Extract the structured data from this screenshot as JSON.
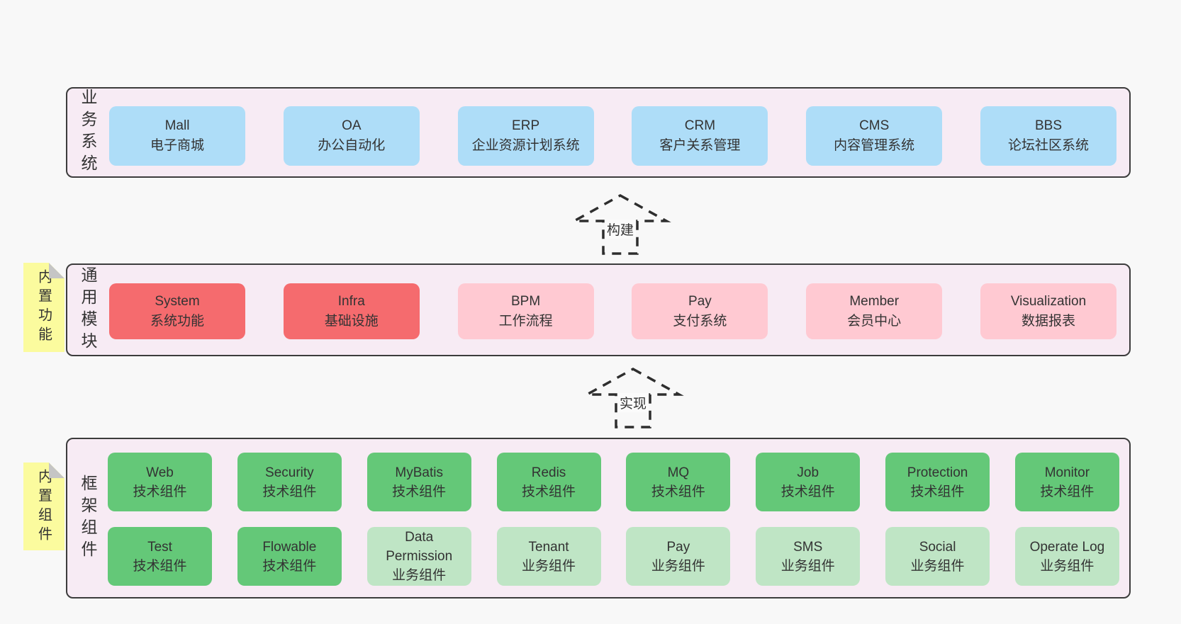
{
  "colors": {
    "page_bg": "#f8f8f8",
    "band_bg": "#f7ebf4",
    "band_border": "#3c3c3c",
    "text": "#333333",
    "blue": "#aeddf8",
    "red": "#f56b6e",
    "pink": "#ffc9d2",
    "green": "#64c878",
    "light_green": "#bfe5c5",
    "note_bg": "#fbfb9e",
    "note_fold": "#c5c5c5",
    "arrow": "#2e2e2e"
  },
  "layers": [
    {
      "label": "业务系统",
      "rows": [
        [
          {
            "en": "Mall",
            "zh": "电子商城"
          },
          {
            "en": "OA",
            "zh": "办公自动化"
          },
          {
            "en": "ERP",
            "zh": "企业资源计划系统"
          },
          {
            "en": "CRM",
            "zh": "客户关系管理"
          },
          {
            "en": "CMS",
            "zh": "内容管理系统"
          },
          {
            "en": "BBS",
            "zh": "论坛社区系统"
          }
        ]
      ]
    },
    {
      "label": "通用模块",
      "note": "内置功能",
      "rows": [
        [
          {
            "en": "System",
            "zh": "系统功能"
          },
          {
            "en": "Infra",
            "zh": "基础设施"
          },
          {
            "en": "BPM",
            "zh": "工作流程"
          },
          {
            "en": "Pay",
            "zh": "支付系统"
          },
          {
            "en": "Member",
            "zh": "会员中心"
          },
          {
            "en": "Visualization",
            "zh": "数据报表"
          }
        ]
      ]
    },
    {
      "label": "框架组件",
      "note": "内置组件",
      "rows": [
        [
          {
            "en": "Web",
            "zh": "技术组件"
          },
          {
            "en": "Security",
            "zh": "技术组件"
          },
          {
            "en": "MyBatis",
            "zh": "技术组件"
          },
          {
            "en": "Redis",
            "zh": "技术组件"
          },
          {
            "en": "MQ",
            "zh": "技术组件"
          },
          {
            "en": "Job",
            "zh": "技术组件"
          },
          {
            "en": "Protection",
            "zh": "技术组件"
          },
          {
            "en": "Monitor",
            "zh": "技术组件"
          }
        ],
        [
          {
            "en": "Test",
            "zh": "技术组件"
          },
          {
            "en": "Flowable",
            "zh": "技术组件"
          },
          {
            "en": "Data Permission",
            "zh": "业务组件"
          },
          {
            "en": "Tenant",
            "zh": "业务组件"
          },
          {
            "en": "Pay",
            "zh": "业务组件"
          },
          {
            "en": "SMS",
            "zh": "业务组件"
          },
          {
            "en": "Social",
            "zh": "业务组件"
          },
          {
            "en": "Operate Log",
            "zh": "业务组件"
          }
        ]
      ]
    }
  ],
  "arrows": [
    {
      "label": "构建"
    },
    {
      "label": "实现"
    }
  ]
}
